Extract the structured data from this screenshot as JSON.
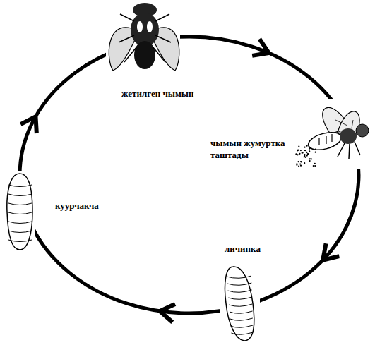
{
  "diagram": {
    "labels": [
      "жетилген чымын",
      "чымын жумуртка таштады",
      "куурчакча",
      "личинка"
    ]
  }
}
